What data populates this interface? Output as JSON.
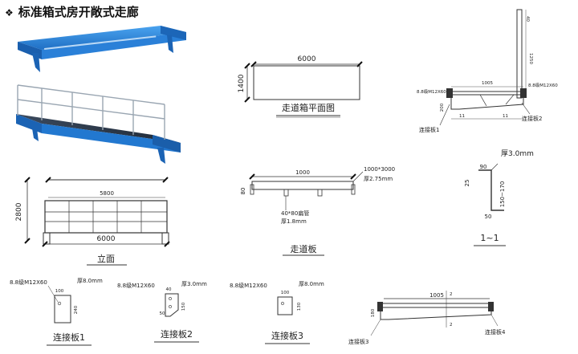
{
  "page": {
    "bullet": "❖",
    "title": "标准箱式房开敞式走廊"
  },
  "plan_view": {
    "length": "6000",
    "width": "1400",
    "caption": "走道箱平面图"
  },
  "side_detail": {
    "height_top": "40",
    "height_post": "1250",
    "span": "1005",
    "bolt_left": "8.8级M12X60",
    "bolt_right": "8.8级M12X60",
    "beam_depth": "200",
    "dim_small_left": "11",
    "dim_small_right": "11",
    "plate1": "连接板1",
    "plate2": "连接板2"
  },
  "elevation": {
    "height": "2800",
    "inner_length": "5800",
    "outer_length": "6000",
    "caption": "立面"
  },
  "walkway_board": {
    "width": "1000",
    "depth": "80",
    "tube": "40*80扁管",
    "tube_thickness": "厚1.8mm",
    "sheet_size": "1000*3000",
    "sheet_thickness": "厚2.75mm",
    "caption": "走道板"
  },
  "bracket_1_1": {
    "thickness": "厚3.0mm",
    "top": "90",
    "left": "25",
    "range": "150~170",
    "bottom": "50",
    "caption": "1~1"
  },
  "plate_1": {
    "bolt": "8.8级M12X60",
    "thickness": "厚8.0mm",
    "width": "100",
    "height": "240",
    "caption": "连接板1"
  },
  "plate_2": {
    "bolt": "8.8级M12X60",
    "thickness": "厚3.0mm",
    "top": "40",
    "bottom": "50",
    "height": "150",
    "caption": "连接板2"
  },
  "plate_3": {
    "bolt": "8.8级M12X60",
    "thickness": "厚8.0mm",
    "width": "100",
    "height": "130",
    "caption": "连接板3"
  },
  "section_bottom": {
    "span": "1005",
    "mark_top": "2",
    "mark_bottom": "2",
    "depth": "180",
    "left_label": "连接板3",
    "right_label": "连接板4"
  }
}
